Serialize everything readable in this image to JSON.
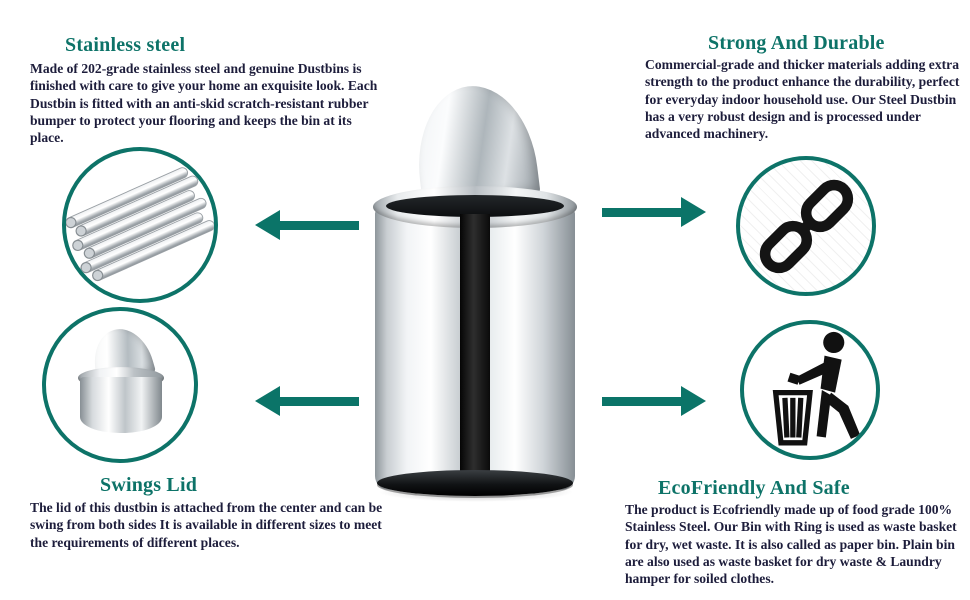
{
  "page": {
    "accent_color": "#0d7368",
    "arrow_color": "#0b7468",
    "text_color": "#1d1d3b",
    "background": "#ffffff"
  },
  "features": [
    {
      "id": "stainless-steel",
      "title": "Stainless steel",
      "body": "Made of 202-grade stainless steel and genuine Dustbins is finished with care to give your home an exquisite look. Each Dustbin is fitted with an anti-skid scratch-resistant rubber bumper to protect your flooring and keeps the bin at its place.",
      "icon": "steel-rods-icon"
    },
    {
      "id": "strong-and-durable",
      "title": "Strong And Durable",
      "body": "Commercial-grade and thicker materials adding extra strength to the product enhance the durability, perfect for everyday indoor household use. Our Steel Dustbin has a very robust design and is processed under advanced machinery.",
      "icon": "chain-link-icon"
    },
    {
      "id": "swings-lid",
      "title": "Swings Lid",
      "body": "The lid of this dustbin is attached from the center and can be swing from both sides It is available in different sizes to meet the requirements of different places.",
      "icon": "swing-lid-bin-icon"
    },
    {
      "id": "ecofriendly-and-safe",
      "title": "EcoFriendly And Safe",
      "body": "The product is Ecofriendly made up of food grade 100% Stainless Steel. Our Bin with Ring is used as waste basket for dry, wet waste. It is also called as paper bin. Plain bin are also used as waste basket for dry waste & Laundry hamper for soiled clothes.",
      "icon": "tidyman-icon"
    }
  ],
  "product_image": "stainless-steel-swing-lid-dustbin"
}
